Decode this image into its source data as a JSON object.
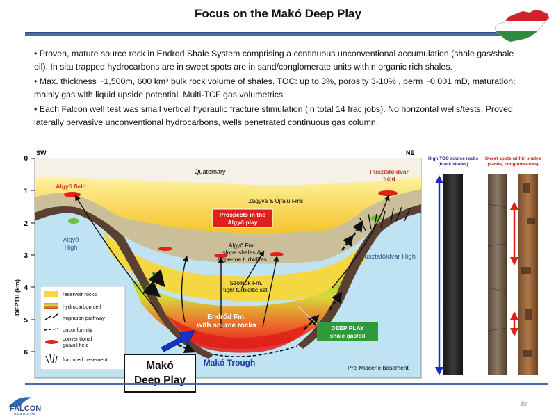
{
  "slide": {
    "title": "Focus on the Makó Deep Play",
    "page_number": "30",
    "bullets": [
      "• Proven, mature source rock in Endrod Shale System comprising a continuous unconventional accumulation (shale gas/shale oil). In situ trapped hydrocarbons are in sweet spots are in sand/conglomerate units within organic rich shales.",
      "• Max. thickness ~1,500m, 600 km³ bulk rock volume of shales. TOC: up to 3%, porosity 3-10% , perm ~0.001 mD, maturation: mainly gas with liquid upside potential. Multi-TCF gas volumetrics.",
      "• Each Falcon well test was small vertical hydraulic fracture stimulation (in total 14 frac jobs). No horizontal wells/tests. Proved laterally pervasive unconventional hydrocarbons, wells penetrated continuous gas column."
    ]
  },
  "logo": {
    "text": "FALCON",
    "subtext": "OIL & GAS LTD"
  },
  "cross_section": {
    "sw_label": "SW",
    "ne_label": "NE",
    "depth_axis_label": "DEPTH (km)",
    "depth_ticks": [
      "0",
      "1",
      "2",
      "3",
      "4",
      "5",
      "6"
    ],
    "labels": {
      "quaternary": "Quaternary",
      "zagyva": "Zagyva & Újfalu Fms.",
      "algyo_field": "Algyő field",
      "pusztafoldvar_field_1": "Pusztaföldvár",
      "pusztafoldvar_field_2": "field",
      "prospects_1": "Prospects in the",
      "prospects_2": "Algyő play",
      "algyo_fm_1": "Algyő Fm.",
      "algyo_fm_2": "slope shales &",
      "algyo_fm_3": "slope-toe turbidites",
      "algyo_high_1": "Algyő",
      "algyo_high_2": "High",
      "pusztafoldvar_high": "Pusztaföldvár High",
      "szolnok_1": "Szolnok Fm.",
      "szolnok_2": "tight turbiditic sst.",
      "endrod_1": "Endrőd Fm.",
      "endrod_2": "with source rocks",
      "deep_play_1": "DEEP PLAY",
      "deep_play_2": "shale gas/oil",
      "mako_trough": "Makó Trough",
      "pre_miocene": "Pre-Miocene basement"
    },
    "legend": [
      {
        "label": "reservoir rocks",
        "color": "#f5d742"
      },
      {
        "label": "hydrocarbon cell",
        "color": "#6cbf3a"
      },
      {
        "label": "migration pathway",
        "color": "#111111"
      },
      {
        "label": "unconformity",
        "color": "#111111"
      },
      {
        "label": "conventional",
        "color": "#e0201a"
      },
      {
        "label": "gas/oil field",
        "color": "#e0201a"
      },
      {
        "label": "fractured basement",
        "color": "#111111"
      }
    ],
    "callout": {
      "line1": "Makó",
      "line2": "Deep Play"
    }
  },
  "cores": {
    "header_left_1": "High TOC source rocks",
    "header_left_2": "(black shales)",
    "header_right_1": "Sweet spots within shales",
    "header_right_2": "(sands, conglomeartes)"
  },
  "colors": {
    "title_rule": "#4a6aa8",
    "basement": "#bfe3f3",
    "hydrocarbon_red": "#e0201a",
    "hydrocarbon_green": "#6cbf3a",
    "reservoir_yellow": "#f5d742",
    "callout_blue": "#1133cc"
  }
}
